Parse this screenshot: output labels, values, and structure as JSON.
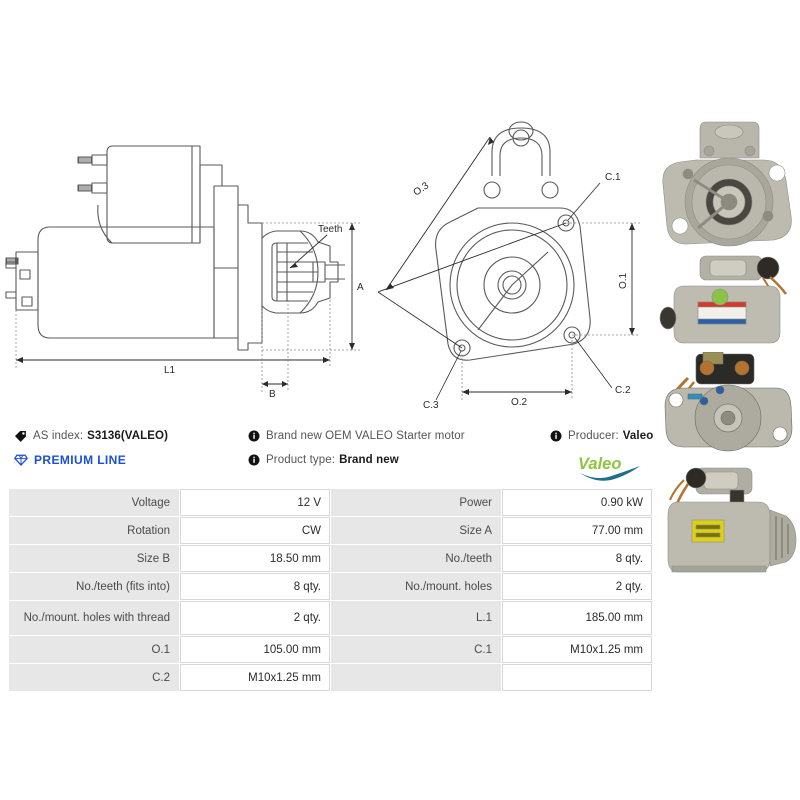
{
  "product": {
    "as_index_label": "AS index:",
    "as_index_value": "S3136(VALEO)",
    "premium_badge": "PREMIUM LINE",
    "description": "Brand new OEM VALEO Starter motor",
    "product_type_label": "Product type:",
    "product_type_value": "Brand new",
    "producer_label": "Producer:",
    "producer_value": "Valeo",
    "brand_logo_text": "Valeo"
  },
  "icons": {
    "tag": "tag-icon",
    "diamond": "diamond-icon",
    "info": "info-icon"
  },
  "colors": {
    "premium_blue": "#1c4fd8",
    "valeo_green": "#8cc63f",
    "valeo_swoosh": "#1f6f8b",
    "label_cell_bg": "#e7e7e7",
    "drawing_line": "#5a5a5a"
  },
  "drawing": {
    "side_view_labels": [
      "Teeth",
      "A",
      "B",
      "L1"
    ],
    "front_view_labels": [
      "O.3",
      "C.1",
      "O.1",
      "C.2",
      "C.3",
      "O.2"
    ]
  },
  "spec_table": {
    "rows": [
      {
        "l1": "Voltage",
        "v1": "12 V",
        "l2": "Power",
        "v2": "0.90 kW"
      },
      {
        "l1": "Rotation",
        "v1": "CW",
        "l2": "Size A",
        "v2": "77.00 mm"
      },
      {
        "l1": "Size B",
        "v1": "18.50 mm",
        "l2": "No./teeth",
        "v2": "8 qty."
      },
      {
        "l1": "No./teeth (fits into)",
        "v1": "8 qty.",
        "l2": "No./mount. holes",
        "v2": "2 qty."
      },
      {
        "l1": "No./mount. holes with thread",
        "v1": "2 qty.",
        "l2": "L.1",
        "v2": "185.00 mm"
      },
      {
        "l1": "O.1",
        "v1": "105.00 mm",
        "l2": "C.1",
        "v2": "M10x1.25 mm"
      },
      {
        "l1": "C.2",
        "v1": "M10x1.25 mm",
        "l2": "",
        "v2": ""
      }
    ]
  }
}
